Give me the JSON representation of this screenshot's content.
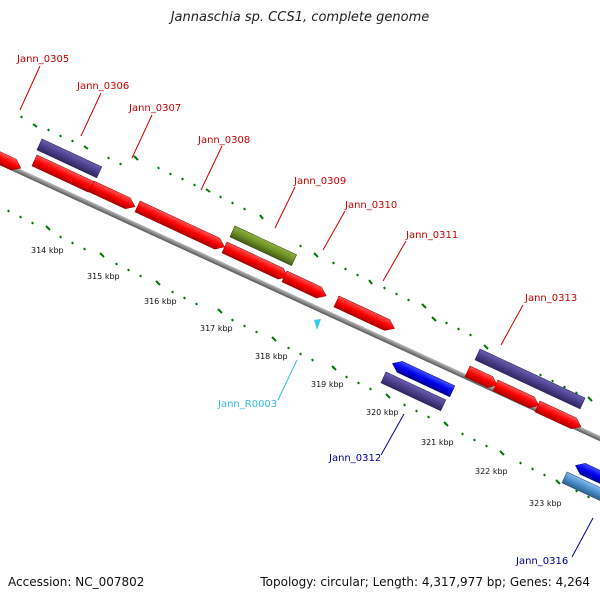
{
  "title": "Jannaschia sp. CCS1, complete genome",
  "accession": "Accession: NC_007802",
  "topology": "Topology: circular; Length: 4,317,977 bp; Genes: 4,264",
  "colors": {
    "cds": "#ff0000",
    "cds_blue": "#0000ff",
    "cds_purple": "#4b3f8c",
    "cds_olive": "#6b8e23",
    "rna": "#3399ff",
    "label_forward": "#cc0000",
    "label_reverse": "#000099",
    "label_rna": "#33bbee",
    "ticks": "#006600",
    "backbone": "#888888"
  },
  "gene_labels": {
    "g0305": "Jann_0305",
    "g0306": "Jann_0306",
    "g0307": "Jann_0307",
    "g0308": "Jann_0308",
    "g0309": "Jann_0309",
    "g0310": "Jann_0310",
    "g0311": "Jann_0311",
    "g0313": "Jann_0313",
    "r0003": "Jann_R0003",
    "g0312": "Jann_0312",
    "g0316": "Jann_0316"
  },
  "kbp_labels": [
    "314 kbp",
    "315 kbp",
    "316 kbp",
    "317 kbp",
    "318 kbp",
    "319 kbp",
    "320 kbp",
    "321 kbp",
    "322 kbp",
    "323 kbp"
  ]
}
